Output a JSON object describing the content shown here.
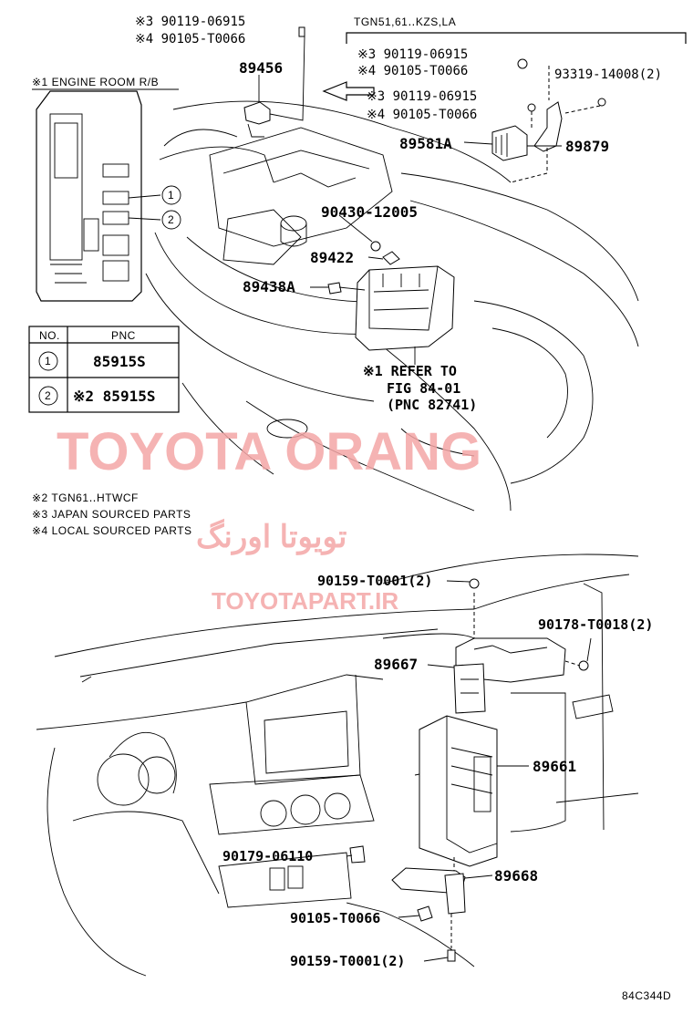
{
  "callouts": {
    "c1": "※3 90119-06915",
    "c2": "※4 90105-T0066",
    "c3": "89456",
    "c4": "※1 ENGINE ROOM R/B",
    "c5": "TGN51,61‥KZS,LA",
    "c6": "※3 90119-06915",
    "c7": "※4 90105-T0066",
    "c8": "93319-14008(2)",
    "c9": "※3 90119-06915",
    "c10": "※4 90105-T0066",
    "c11": "89581A",
    "c12": "89879",
    "c13": "90430-12005",
    "c14": "89422",
    "c15": "89438A",
    "c16": "※1 REFER TO",
    "c17": "FIG 84-01",
    "c18": "(PNC 82741)",
    "c19": "90159-T0001(2)",
    "c20": "90178-T0018(2)",
    "c21": "89667",
    "c22": "89661",
    "c23": "90179-06110",
    "c24": "89668",
    "c25": "90105-T0066",
    "c26": "90159-T0001(2)"
  },
  "relay_markers": [
    "1",
    "2"
  ],
  "pnc_table": {
    "headers": [
      "NO.",
      "PNC"
    ],
    "rows": [
      {
        "no": "1",
        "pnc": "85915S"
      },
      {
        "no": "2",
        "pnc": "※2 85915S"
      }
    ]
  },
  "notes": [
    "※2 TGN61‥HTWCF",
    "※3 JAPAN SOURCED PARTS",
    "※4 LOCAL SOURCED PARTS"
  ],
  "watermarks": {
    "main": "TOYOTA ORANG",
    "persian": "تویوتا اورنگ",
    "site": "TOYOTAPART.IR"
  },
  "figure_code": "84C344D",
  "colors": {
    "watermark": "#f4a6a6",
    "ink": "#000000"
  }
}
